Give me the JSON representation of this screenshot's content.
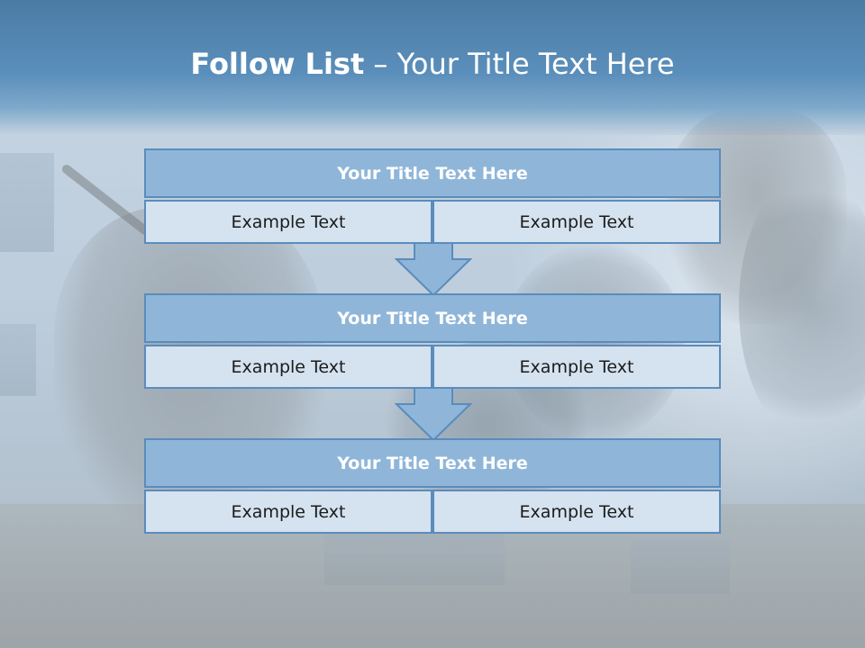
{
  "slide": {
    "title_bold": "Follow List",
    "title_rest": " – Your Title Text Here"
  },
  "blocks": [
    {
      "title": "Your Title Text Here",
      "left": "Example Text",
      "right": "Example Text"
    },
    {
      "title": "Your Title Text Here",
      "left": "Example Text",
      "right": "Example Text"
    },
    {
      "title": "Your Title Text Here",
      "left": "Example Text",
      "right": "Example Text"
    }
  ],
  "colors": {
    "header": "#5b8fbb",
    "block_title_fill": "#8fb6d9",
    "block_cell_fill": "#d5e2ef",
    "border": "#5a8cbc",
    "arrow_fill": "#8fb6d9"
  },
  "icons": [
    "down-arrow-icon",
    "down-arrow-icon"
  ]
}
